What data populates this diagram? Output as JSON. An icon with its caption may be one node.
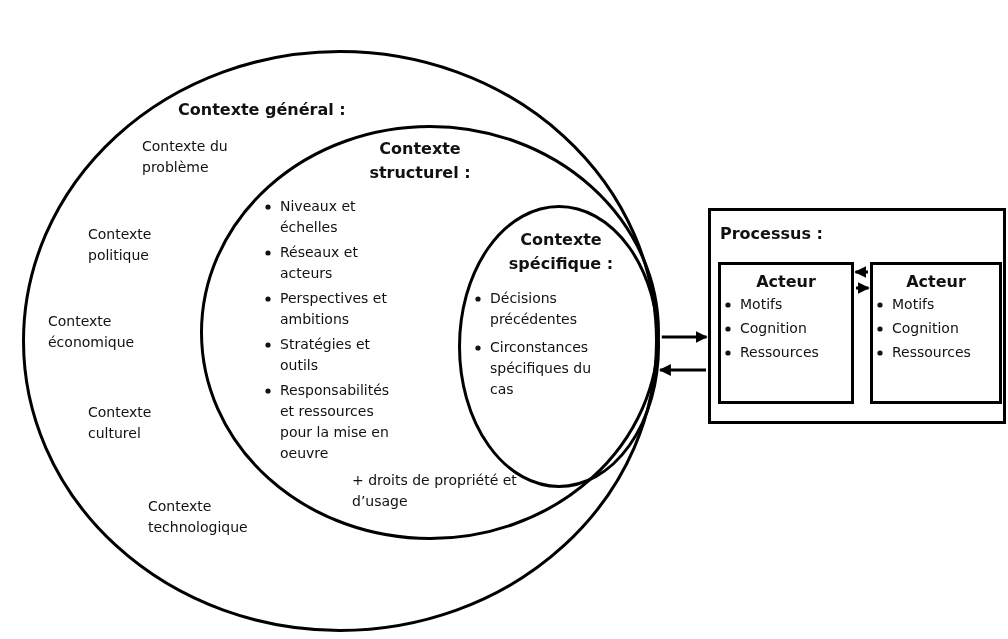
{
  "diagram": {
    "nodes": [
      {
        "text": [
          "Contexte général :",
          "Contexte du problème",
          "Contexte politique",
          "Contexte économique",
          "Contexte culturel",
          "Contexte technologique"
        ]
      },
      {
        "text": [
          "Contexte structurel :",
          "Niveaux et échelles",
          "Réseaux et acteurs",
          "Perspectives et ambitions",
          "Stratégies et outils",
          "Responsabilités et ressources pour la mise en oeuvre",
          "+ droits de propriété et d’usage"
        ],
        "in": 0
      },
      {
        "text": [
          "Contexte spécifique :",
          "Décisions précédentes",
          "Circonstances spécifiques du cas"
        ],
        "in": 1
      },
      {
        "text": [
          "Processus :"
        ]
      },
      {
        "text": [
          "Acteur",
          "Motifs",
          "Cognition",
          "Ressources"
        ],
        "in": 3
      },
      {
        "text": [
          "Acteur",
          "Motifs",
          "Cognition",
          "Ressources"
        ],
        "in": 3
      }
    ],
    "edges": [
      {
        "from": 2,
        "to": 3,
        "arrow": "to"
      },
      {
        "from": 3,
        "to": 2,
        "arrow": "to"
      },
      {
        "from": 5,
        "to": 4,
        "arrow": "to"
      },
      {
        "from": 4,
        "to": 5,
        "arrow": "to"
      }
    ]
  }
}
